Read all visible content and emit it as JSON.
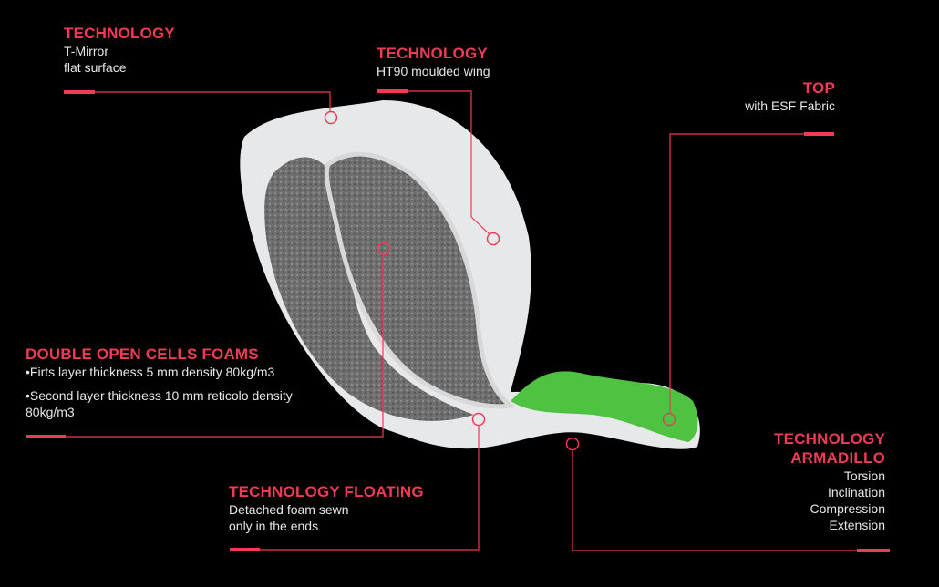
{
  "colors": {
    "accent": "#ef3b55",
    "text": "#e6e6e6",
    "background": "#000000",
    "pad": "#4fc242"
  },
  "annotations": [
    {
      "title": "TECHNOLOGY",
      "lines": [
        "T-Mirror",
        "flat surface"
      ]
    },
    {
      "title": "TECHNOLOGY",
      "lines": [
        "HT90 moulded wing"
      ]
    },
    {
      "title": "TOP",
      "lines": [
        "with ESF Fabric"
      ]
    },
    {
      "title": "DOUBLE OPEN CELLS FOAMS",
      "lines": [
        "•Firts layer thickness 5 mm density 80kg/m3",
        "•Second layer thickness 10 mm reticolo density 80kg/m3"
      ]
    },
    {
      "title": "TECHNOLOGY FLOATING",
      "lines": [
        "Detached foam sewn",
        "only in the ends"
      ]
    },
    {
      "title": "TECHNOLOGY",
      "title2": "ARMADILLO",
      "lines": [
        "Torsion",
        "Inclination",
        "Compression",
        "Extension"
      ]
    }
  ]
}
